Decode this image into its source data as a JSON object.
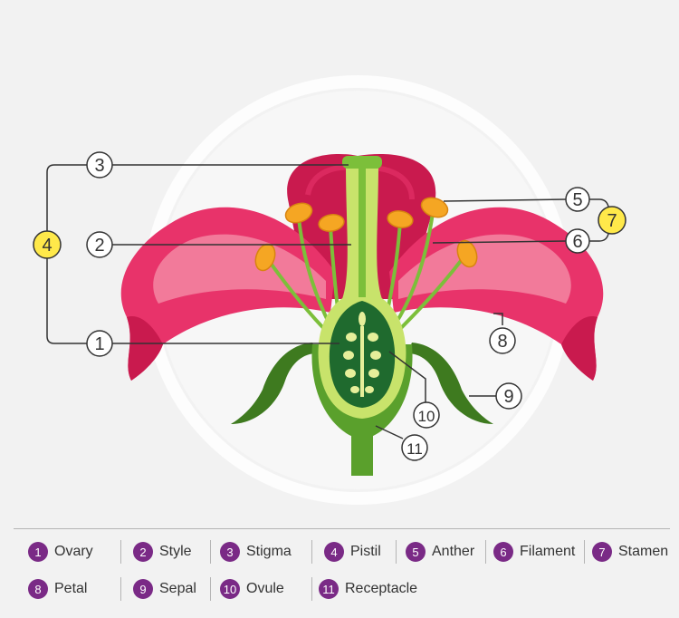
{
  "colors": {
    "petal": "#e8336a",
    "petal_inner": "#f27a9a",
    "petal_dark": "#c91a4e",
    "stem": "#5aa02c",
    "leaf": "#3e7a1f",
    "ovary_dark": "#1f6a2e",
    "anther": "#f5a623",
    "highlight_circle": "#ffe94a",
    "legend_badge": "#7a2a86"
  },
  "callouts": [
    {
      "num": "1"
    },
    {
      "num": "2"
    },
    {
      "num": "3"
    },
    {
      "num": "4"
    },
    {
      "num": "5"
    },
    {
      "num": "6"
    },
    {
      "num": "7"
    },
    {
      "num": "8"
    },
    {
      "num": "9"
    },
    {
      "num": "10"
    },
    {
      "num": "11"
    }
  ],
  "legend": [
    {
      "num": "1",
      "label": "Ovary"
    },
    {
      "num": "2",
      "label": "Style"
    },
    {
      "num": "3",
      "label": "Stigma"
    },
    {
      "num": "4",
      "label": "Pistil"
    },
    {
      "num": "5",
      "label": "Anther"
    },
    {
      "num": "6",
      "label": "Filament"
    },
    {
      "num": "7",
      "label": "Stamen"
    },
    {
      "num": "8",
      "label": "Petal"
    },
    {
      "num": "9",
      "label": "Sepal"
    },
    {
      "num": "10",
      "label": "Ovule"
    },
    {
      "num": "11",
      "label": "Receptacle"
    }
  ]
}
